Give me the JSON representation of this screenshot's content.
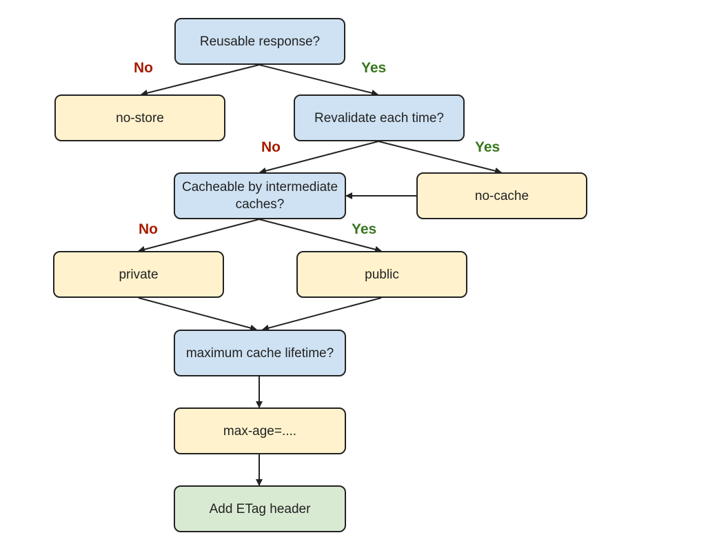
{
  "nodes": {
    "reusable": "Reusable response?",
    "no_store": "no-store",
    "revalidate": "Revalidate each time?",
    "cacheable": "Cacheable by intermediate caches?",
    "no_cache": "no-cache",
    "private": "private",
    "public": "public",
    "max_lifetime": "maximum cache lifetime?",
    "max_age": "max-age=....",
    "etag": "Add ETag header"
  },
  "edge_labels": {
    "reusable_no": "No",
    "reusable_yes": "Yes",
    "revalidate_no": "No",
    "revalidate_yes": "Yes",
    "cacheable_no": "No",
    "cacheable_yes": "Yes"
  },
  "colors": {
    "question_fill": "#cfe2f3",
    "answer_fill": "#fff2cc",
    "final_fill": "#d9ead3",
    "no_label": "#a61c00",
    "yes_label": "#38761d",
    "stroke": "#222222"
  }
}
